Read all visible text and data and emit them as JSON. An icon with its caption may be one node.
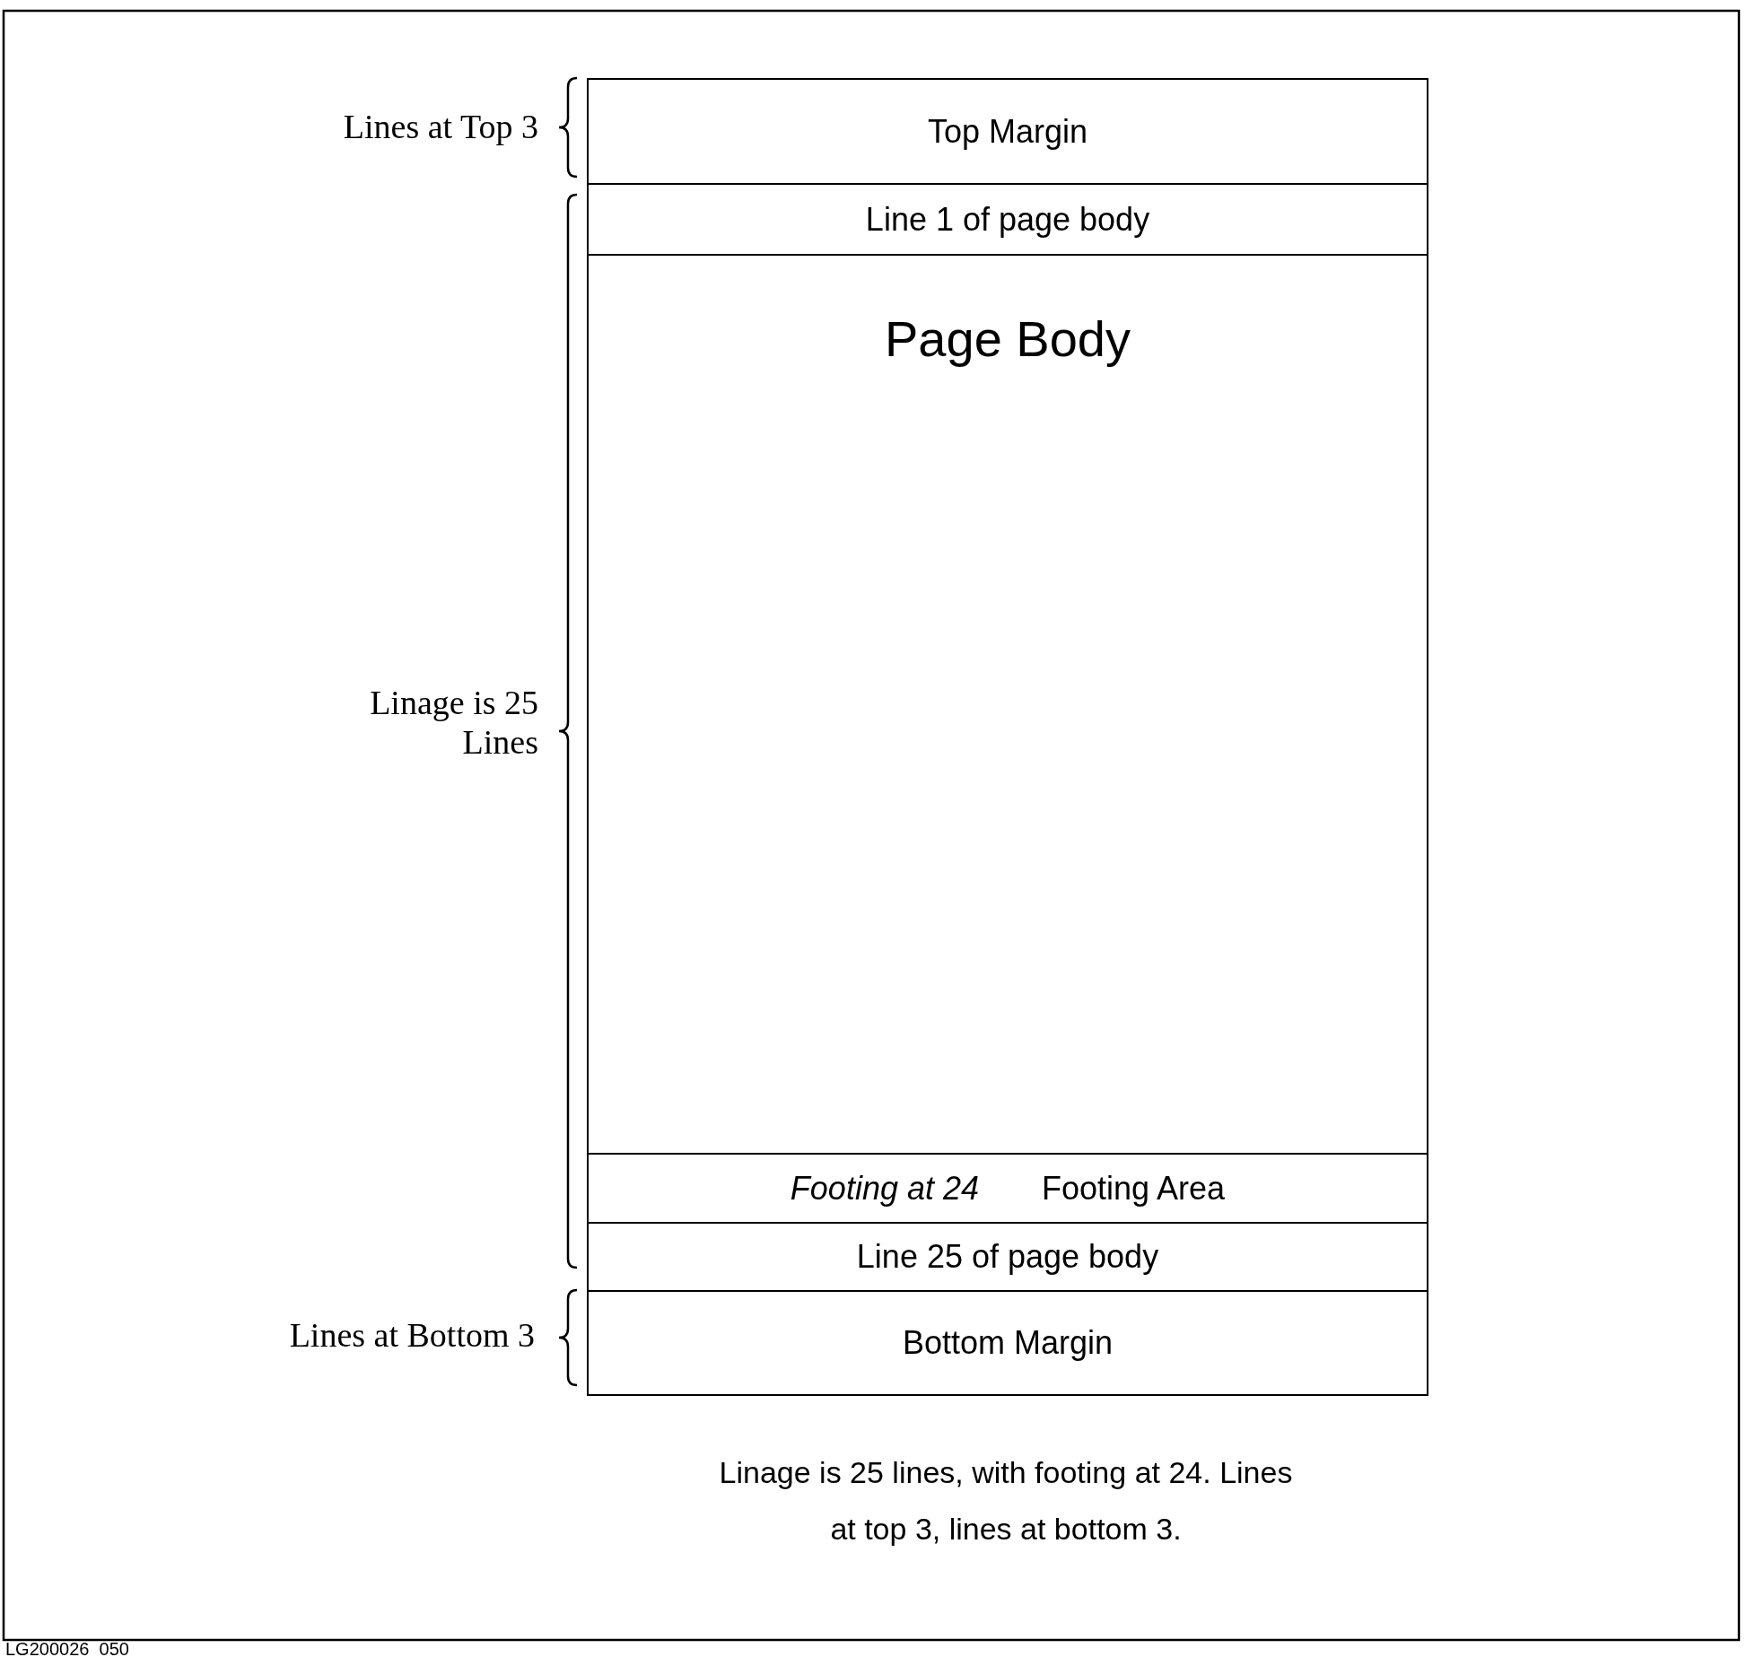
{
  "diagram": {
    "caption": "Linage is 25 lines, with footing at 24. Lines at top 3, lines at bottom 3.",
    "nodes": [
      {
        "text": [
          "Top Margin"
        ]
      },
      {
        "text": [
          "Line 1 of page body"
        ]
      },
      {
        "text": [
          "Page Body"
        ]
      },
      {
        "text": [
          "Footing at 24",
          "Footing Area"
        ]
      },
      {
        "text": [
          "Line 25 of page body"
        ]
      },
      {
        "text": [
          "Bottom Margin"
        ]
      }
    ],
    "labels": [
      "Lines at Top 3",
      "Linage is 25 Lines",
      "Lines at Bottom 3",
      "LG200026_050"
    ]
  }
}
